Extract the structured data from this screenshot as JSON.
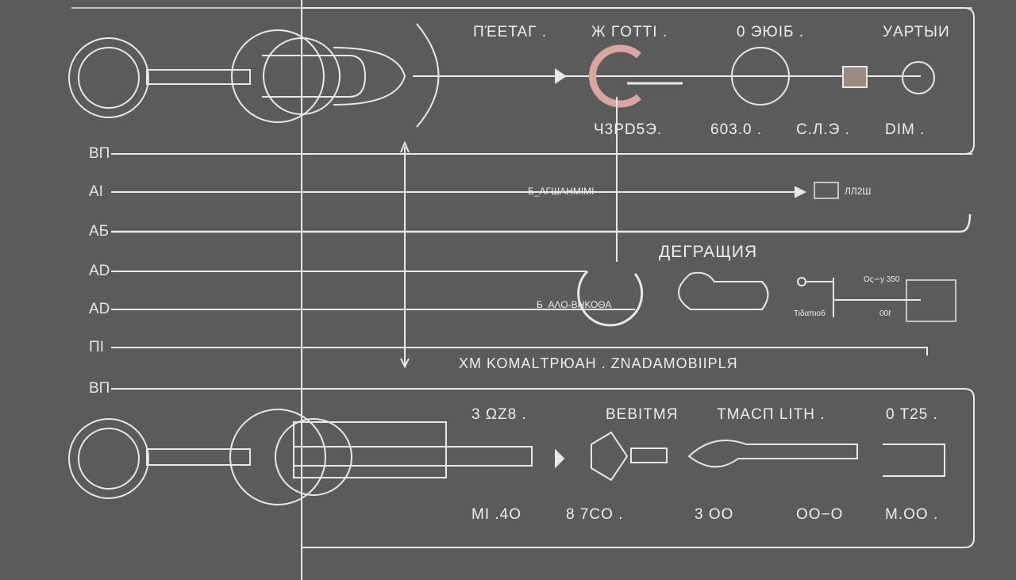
{
  "top_panel": {
    "headers": [
      "ΠΈΕΤΑΓ .",
      "Ж ΓΟΤΤΙ .",
      "0  ЭЮΙБ .",
      "УΑРТЫИ"
    ],
    "values": [
      "Ч3ΡD5Э.",
      "603.0 .",
      "С.Л.Э .",
      "DΙΜ ."
    ]
  },
  "row_labels": [
    "ΒΠ",
    "ΑΙ",
    "ΑБ",
    "ΑD",
    "ΑD",
    "ΠΙ",
    "ΒΠ"
  ],
  "middle": {
    "arrow_label": "Б_АΓШΑΗΜΙΜΙ",
    "arrow_target": "ЛЛ2Ш",
    "section_title": "ДЕГРАЩИЯ",
    "loop_label": "Б_ΑΛΟ-ΒΗΚΟΘΑ",
    "small_left": "Τιδαπιοб",
    "small_top": "Ος∽у 350",
    "small_bottom": "00ℓ",
    "caption": "ΧΜ ΚΟΜΑLΤΡЮΑΗ .  ΖΝΑDΑΜΟΒΙΙΡLЯ"
  },
  "bottom_panel": {
    "headers": [
      "3  ΩZ8 .",
      "ΒΕΒΙΤΜЯ",
      "ΤΜΑCΠ LΙΤΗ .",
      "0  Τ25 ."
    ],
    "values": [
      "ΜΙ .4Ο",
      "8  7CΟ .",
      "3 ΟΟ",
      "ΟΟ−Ο",
      "Μ.ΟΟ ."
    ]
  },
  "colors": {
    "background": "#5b5b5c",
    "line": "#e8e8e8",
    "accent": "#d9a7a0"
  }
}
